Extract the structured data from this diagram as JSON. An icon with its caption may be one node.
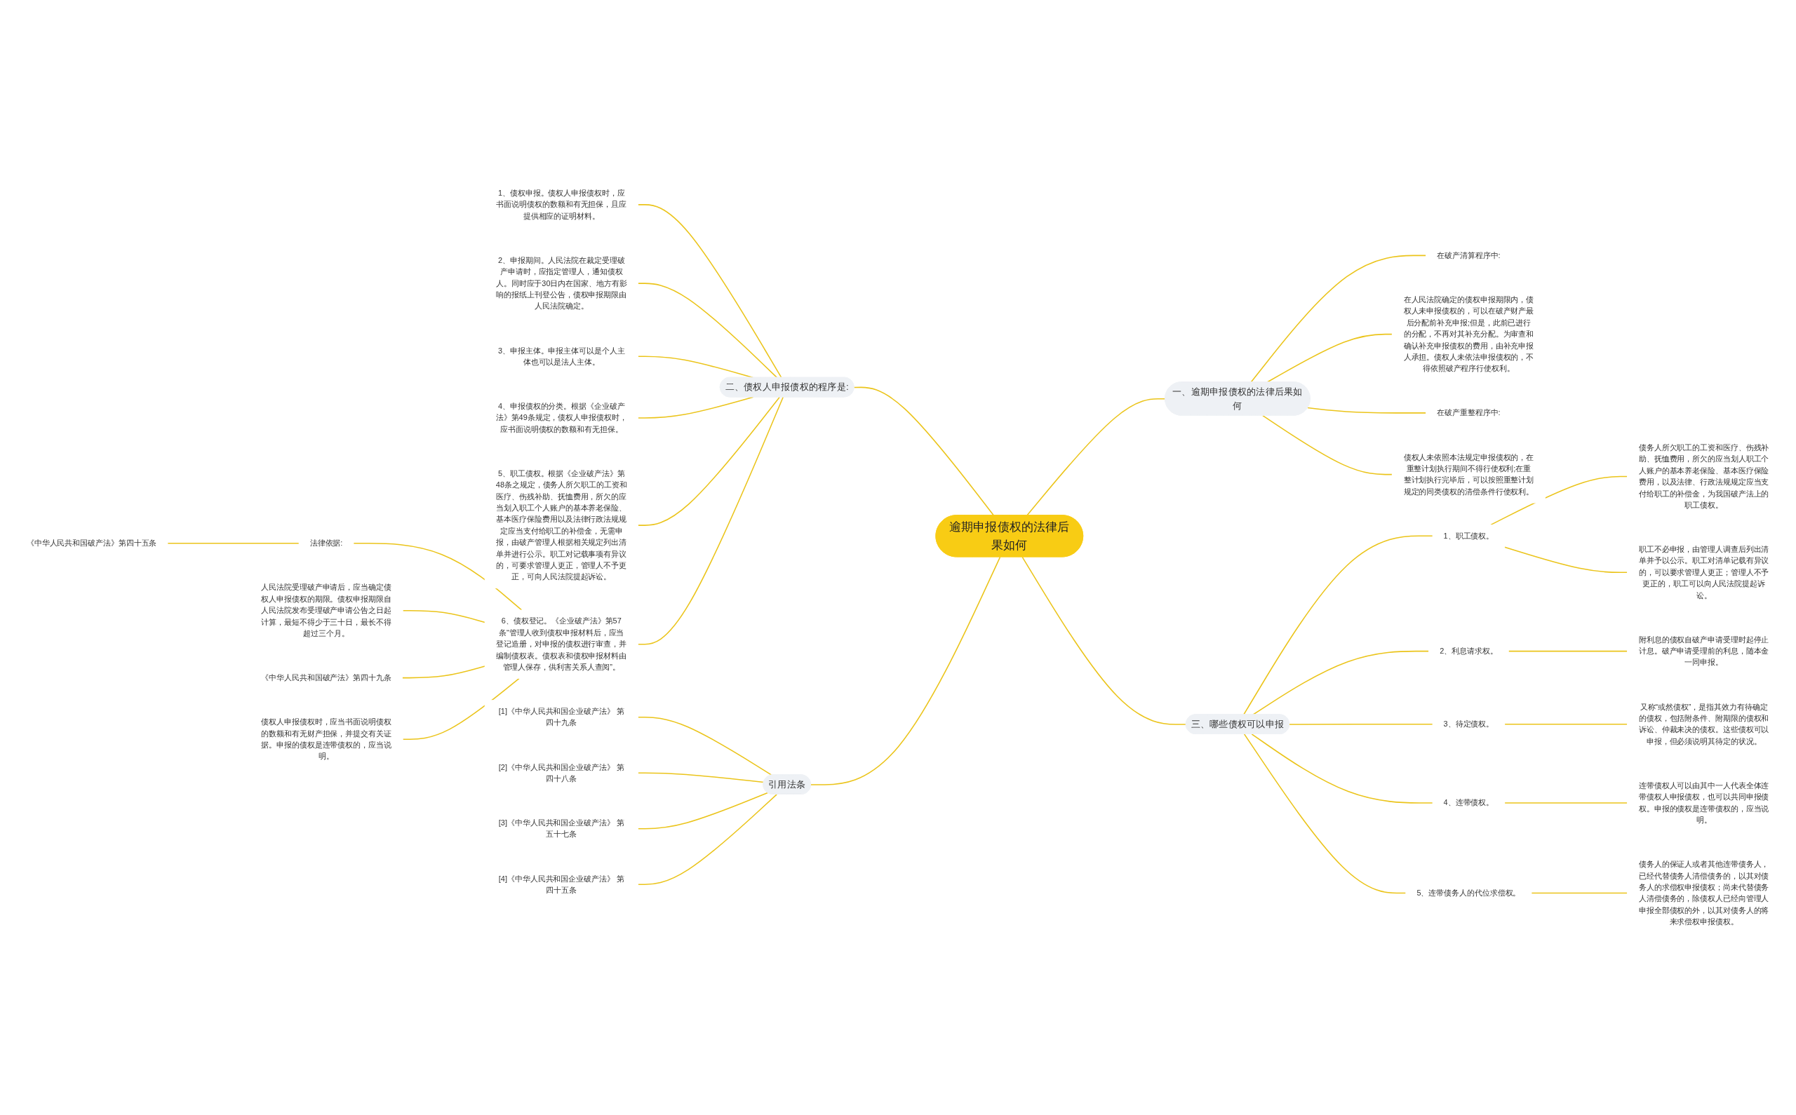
{
  "diagram": {
    "nodes": [
      {
        "text": [
          "逾期申报债权的法律后果如何"
        ]
      },
      {
        "text": [
          "一、逾期申报债权的法律后果如何"
        ]
      },
      {
        "text": [
          "在破产清算程序中:"
        ]
      },
      {
        "text": [
          "在人民法院确定的债权申报期限内，债权人未申报债权的，可以在破产财产最后分配前补充申报;但是，此前已进行的分配，不再对其补充分配。为审查和确认补充申报债权的费用，由补充申报人承担。债权人未依法申报债权的，不得依照破产程序行使权利。"
        ]
      },
      {
        "text": [
          "在破产重整程序中:"
        ]
      },
      {
        "text": [
          "债权人未依照本法规定申报债权的，在重整计划执行期间不得行使权利;在重整计划执行完毕后，可以按照重整计划规定的同类债权的清偿条件行使权利。"
        ]
      },
      {
        "text": [
          "二、债权人申报债权的程序是:"
        ]
      },
      {
        "text": [
          "1、债权申报。债权人申报债权时，应书面说明债权的数额和有无担保，且应提供相应的证明材料。"
        ]
      },
      {
        "text": [
          "2、申报期间。人民法院在裁定受理破产申请时，应指定管理人，通知债权人。同时应于30日内在国家、地方有影响的报纸上刊登公告，债权申报期限由人民法院确定。"
        ]
      },
      {
        "text": [
          "3、申报主体。申报主体可以是个人主体也可以是法人主体。"
        ]
      },
      {
        "text": [
          "4、申报债权的分类。根据《企业破产法》第49条规定，债权人申报债权时，应书面说明债权的数额和有无担保。"
        ]
      },
      {
        "text": [
          "5、职工债权。根据《企业破产法》第48条之规定，债务人所欠职工的工资和医疗、伤残补助、抚恤费用，所欠的应当划入职工个人账户的基本养老保险、基本医疗保险费用以及法律行政法规规定应当支付给职工的补偿金，无需申报，由破产管理人根据相关规定列出清单并进行公示。职工对记载事项有异议的，可要求管理人更正，管理人不予更正，可向人民法院提起诉讼。"
        ]
      },
      {
        "text": [
          "6、债权登记。《企业破产法》第57条“管理人收到债权申报材料后，应当登记造册，对申报的债权进行审查，并编制债权表。债权表和债权申报材料由管理人保存，供利害关系人查阅”。"
        ]
      },
      {
        "text": [
          "法律依据:"
        ]
      },
      {
        "text": [
          "《中华人民共和国破产法》第四十五条"
        ]
      },
      {
        "text": [
          "人民法院受理破产申请后，应当确定债权人申报债权的期限。债权申报期限自人民法院发布受理破产申请公告之日起计算，最短不得少于三十日，最长不得超过三个月。"
        ]
      },
      {
        "text": [
          "《中华人民共和国破产法》第四十九条"
        ]
      },
      {
        "text": [
          "债权人申报债权时，应当书面说明债权的数额和有无财产担保，并提交有关证据。申报的债权是连带债权的，应当说明。"
        ]
      },
      {
        "text": [
          "三、哪些债权可以申报"
        ]
      },
      {
        "text": [
          "1、职工债权。"
        ]
      },
      {
        "text": [
          "债务人所欠职工的工资和医疗、伤残补助、抚恤费用，所欠的应当划人职工个人账户的基本养老保险、基本医疗保险费用，以及法律、行政法规规定应当支付给职工的补偿金，为我国破产法上的职工债权。"
        ]
      },
      {
        "text": [
          "职工不必申报，由管理人调查后列出清单并予以公示。职工对清单记载有异议的，可以要求管理人更正；管理人不予更正的，职工可以向人民法院提起诉讼。"
        ]
      },
      {
        "text": [
          "2、利息请求权。"
        ]
      },
      {
        "text": [
          "附利息的债权自破产申请受理时起停止计息。破产申请受理前的利息，随本金一同申报。"
        ]
      },
      {
        "text": [
          "3、待定债权。"
        ]
      },
      {
        "text": [
          "又称“或然债权”，是指其效力有待确定的债权，包括附条件、附期限的债权和诉讼、仲裁未决的债权。这些债权可以申报，但必须说明其待定的状况。"
        ]
      },
      {
        "text": [
          "4、连带债权。"
        ]
      },
      {
        "text": [
          "连带债权人可以由其中一人代表全体连带债权人申报债权，也可以共同申报债权。申报的债权是连带债权的，应当说明。"
        ]
      },
      {
        "text": [
          "5、连带债务人的代位求偿权。"
        ]
      },
      {
        "text": [
          "债务人的保证人或者其他连带债务人，已经代替债务人清偿债务的，以其对债务人的求偿权申报债权；尚未代替债务人清偿债务的，除债权人已经向管理人申报全部债权的外，以其对债务人的将来求偿权申报债权。"
        ]
      },
      {
        "text": [
          "引用法条"
        ]
      },
      {
        "text": [
          "[1]《中华人民共和国企业破产法》 第四十九条"
        ]
      },
      {
        "text": [
          "[2]《中华人民共和国企业破产法》 第四十八条"
        ]
      },
      {
        "text": [
          "[3]《中华人民共和国企业破产法》 第五十七条"
        ]
      },
      {
        "text": [
          "[4]《中华人民共和国企业破产法》 第四十五条"
        ]
      }
    ],
    "edges": [
      {
        "from": 0,
        "to": 1,
        "arrow": "none"
      },
      {
        "from": 1,
        "to": 2,
        "arrow": "none"
      },
      {
        "from": 1,
        "to": 3,
        "arrow": "none"
      },
      {
        "from": 1,
        "to": 4,
        "arrow": "none"
      },
      {
        "from": 1,
        "to": 5,
        "arrow": "none"
      },
      {
        "from": 6,
        "to": 0,
        "arrow": "none"
      },
      {
        "from": 7,
        "to": 6,
        "arrow": "none"
      },
      {
        "from": 8,
        "to": 6,
        "arrow": "none"
      },
      {
        "from": 9,
        "to": 6,
        "arrow": "none"
      },
      {
        "from": 10,
        "to": 6,
        "arrow": "none"
      },
      {
        "from": 11,
        "to": 6,
        "arrow": "none"
      },
      {
        "from": 12,
        "to": 6,
        "arrow": "none"
      },
      {
        "from": 13,
        "to": 12,
        "arrow": "none"
      },
      {
        "from": 14,
        "to": 13,
        "arrow": "none"
      },
      {
        "from": 15,
        "to": 12,
        "arrow": "none"
      },
      {
        "from": 16,
        "to": 12,
        "arrow": "none"
      },
      {
        "from": 17,
        "to": 12,
        "arrow": "none"
      },
      {
        "from": 0,
        "to": 18,
        "arrow": "none"
      },
      {
        "from": 18,
        "to": 19,
        "arrow": "none"
      },
      {
        "from": 19,
        "to": 20,
        "arrow": "none"
      },
      {
        "from": 19,
        "to": 21,
        "arrow": "none"
      },
      {
        "from": 18,
        "to": 22,
        "arrow": "none"
      },
      {
        "from": 22,
        "to": 23,
        "arrow": "none"
      },
      {
        "from": 18,
        "to": 24,
        "arrow": "none"
      },
      {
        "from": 24,
        "to": 25,
        "arrow": "none"
      },
      {
        "from": 18,
        "to": 26,
        "arrow": "none"
      },
      {
        "from": 26,
        "to": 27,
        "arrow": "none"
      },
      {
        "from": 18,
        "to": 28,
        "arrow": "none"
      },
      {
        "from": 28,
        "to": 29,
        "arrow": "none"
      },
      {
        "from": 30,
        "to": 0,
        "arrow": "none"
      },
      {
        "from": 31,
        "to": 30,
        "arrow": "none"
      },
      {
        "from": 32,
        "to": 30,
        "arrow": "none"
      },
      {
        "from": 33,
        "to": 30,
        "arrow": "none"
      },
      {
        "from": 34,
        "to": 30,
        "arrow": "none"
      }
    ]
  }
}
